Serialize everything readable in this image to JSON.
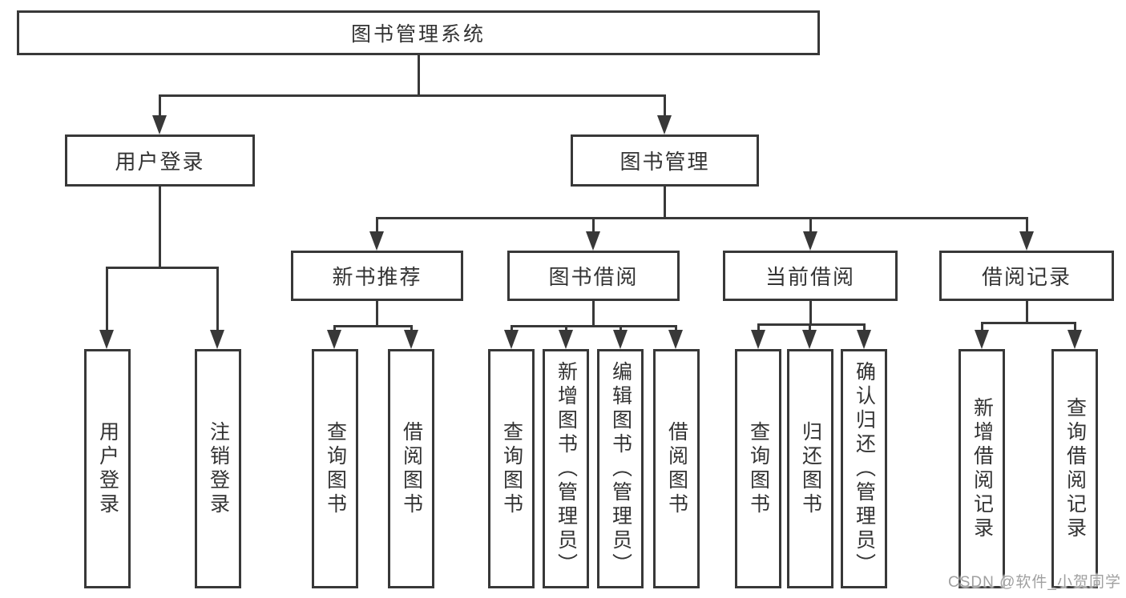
{
  "diagram": {
    "title": "图书管理系统",
    "root": {
      "label": "图书管理系统"
    },
    "branches": [
      {
        "label": "用户登录",
        "children": [
          {
            "label": "用户登录"
          },
          {
            "label": "注销登录"
          }
        ]
      },
      {
        "label": "图书管理",
        "children": [
          {
            "label": "新书推荐",
            "children": [
              {
                "label": "查询图书"
              },
              {
                "label": "借阅图书"
              }
            ]
          },
          {
            "label": "图书借阅",
            "children": [
              {
                "label": "查询图书"
              },
              {
                "label": "新增图书（管理员）"
              },
              {
                "label": "编辑图书（管理员）"
              },
              {
                "label": "借阅图书"
              }
            ]
          },
          {
            "label": "当前借阅",
            "children": [
              {
                "label": "查询图书"
              },
              {
                "label": "归还图书"
              },
              {
                "label": "确认归还（管理员）"
              }
            ]
          },
          {
            "label": "借阅记录",
            "children": [
              {
                "label": "新增借阅记录"
              },
              {
                "label": "查询借阅记录"
              }
            ]
          }
        ]
      }
    ]
  },
  "watermark": {
    "text": "CSDN @软件_小贺同学"
  },
  "colors": {
    "line": "#383838",
    "text": "#333333",
    "background": "#ffffff",
    "watermark": "#a0a0a0"
  }
}
